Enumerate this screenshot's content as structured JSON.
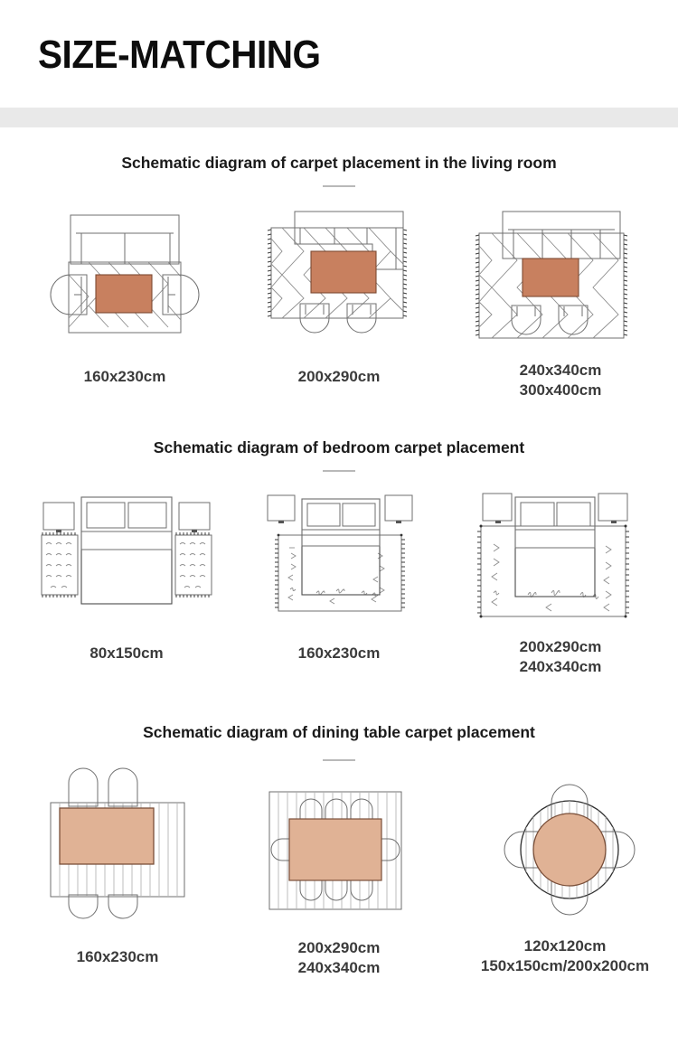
{
  "header": {
    "title": "SIZE-MATCHING"
  },
  "colors": {
    "sofa_fill": "#fbeeec",
    "sofa_stroke": "#6f6f6f",
    "coffee_table_fill": "#c8805f",
    "coffee_table_stroke": "#7d4a33",
    "rug_fill": "#ffffff",
    "rug_stroke": "#7a7a7a",
    "rug_pattern": "#a9a9a9",
    "bed_fill": "#f2dedd",
    "bed_sheet_fill": "#ecd8d6",
    "pillow_fill": "#ededed",
    "nightstand_fill": "#fdfaf4",
    "dining_table_fill": "#e0b295",
    "dining_table_stroke": "#7a4f39",
    "dining_chair_fill": "#ced3c4",
    "dining_chair_stroke": "#6f6f6f",
    "stripe": "#a9a9a9",
    "band_gray": "#e9e9e9",
    "title_black": "#0d0d0d",
    "caption_gray": "#3b3b3b"
  },
  "sections": [
    {
      "id": "living-room",
      "title": "Schematic diagram of carpet placement in the living room",
      "items": [
        {
          "id": "living-1",
          "sizes": [
            "160x230cm"
          ]
        },
        {
          "id": "living-2",
          "sizes": [
            "200x290cm"
          ]
        },
        {
          "id": "living-3",
          "sizes": [
            "240x340cm",
            "300x400cm"
          ]
        }
      ]
    },
    {
      "id": "bedroom",
      "title": "Schematic diagram of bedroom carpet placement",
      "items": [
        {
          "id": "bedroom-1",
          "sizes": [
            "80x150cm"
          ]
        },
        {
          "id": "bedroom-2",
          "sizes": [
            "160x230cm"
          ]
        },
        {
          "id": "bedroom-3",
          "sizes": [
            "200x290cm",
            "240x340cm"
          ]
        }
      ]
    },
    {
      "id": "dining",
      "title": "Schematic diagram of dining table carpet placement",
      "items": [
        {
          "id": "dining-1",
          "sizes": [
            "160x230cm"
          ]
        },
        {
          "id": "dining-2",
          "sizes": [
            "200x290cm",
            "240x340cm"
          ]
        },
        {
          "id": "dining-3",
          "sizes": [
            "120x120cm",
            "150x150cm/200x200cm"
          ]
        }
      ]
    }
  ]
}
